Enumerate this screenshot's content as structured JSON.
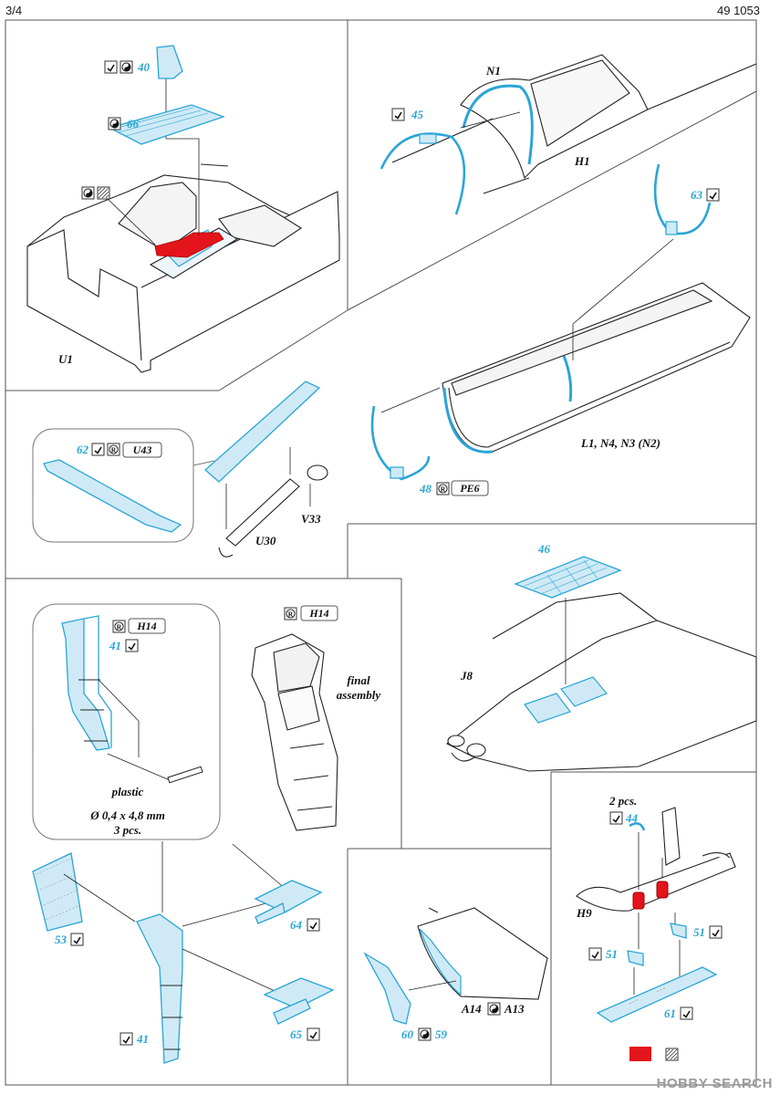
{
  "header": {
    "page": "3/4",
    "catalog": "49 1053"
  },
  "colors": {
    "pe_blue": "#2aa5d6",
    "pe_fill": "#cfeaf6",
    "red": "#e3141b",
    "line": "#222222"
  },
  "icons": [
    "fold-icon",
    "yin-yang-icon",
    "hatched-square-icon",
    "r-circle-icon",
    "red-square-icon"
  ],
  "panels": {
    "u1": {
      "label": "U1",
      "part_40": "40",
      "part_66": "66"
    },
    "n1h1": {
      "label_n1": "N1",
      "label_h1": "H1",
      "part_45": "45",
      "part_63": "63"
    },
    "u43": {
      "part_62": "62",
      "tag": "U43",
      "label_v33": "V33",
      "label_u30": "U30"
    },
    "fuselage": {
      "label": "L1, N4, N3 (N2)",
      "part_48": "48",
      "tag": "PE6"
    },
    "ladder_detail": {
      "tag": "H14",
      "part_41": "41",
      "note_line1": "plastic",
      "note_line2": "Ø 0,4 x 4,8 mm",
      "note_line3": "3 pcs."
    },
    "final": {
      "tag": "H14",
      "note_line1": "final",
      "note_line2": "assembly"
    },
    "j8": {
      "label": "J8",
      "part_46": "46"
    },
    "ladder_install": {
      "part_53": "53",
      "part_64": "64",
      "part_65": "65",
      "part_41": "41"
    },
    "aileron": {
      "label_a14": "A14",
      "label_a13": "A13",
      "part_60": "60",
      "part_59": "59"
    },
    "h9": {
      "label": "H9",
      "note": "2 pcs.",
      "part_44": "44",
      "part_51a": "51",
      "part_51b": "51",
      "part_61": "61"
    }
  },
  "watermark": "HOBBY SEARCH"
}
